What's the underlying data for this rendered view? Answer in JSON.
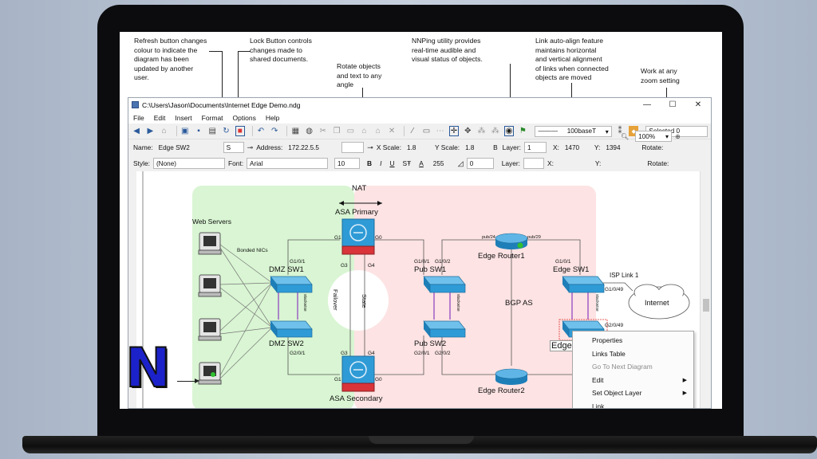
{
  "annotations": {
    "refresh": "Refresh button changes\ncolour to indicate the\ndiagram has been\nupdated by another\nuser.",
    "lock": "Lock Button controls\nchanges made to\nshared documents.",
    "rotate": "Rotate objects\nand text to any\nangle",
    "nnping": "NNPing utility provides\nreal-time audible and\nvisual status of objects.",
    "autoalign": "Link auto-align feature\nmaintains horizontal\nand vertical alignment\nof links when connected\nobjects are moved",
    "zoom": "Work at any\nzoom setting"
  },
  "window": {
    "title": "C:\\Users\\Jason\\Documents\\Internet Edge Demo.ndg",
    "minimize": "—",
    "maximize": "☐",
    "close": "✕"
  },
  "menu": [
    "File",
    "Edit",
    "Insert",
    "Format",
    "Options",
    "Help"
  ],
  "toolbar": {
    "line_style": "100baseT",
    "selected": "Selected 0",
    "zoom": "100%"
  },
  "props": {
    "name_label": "Name:",
    "name_value": "Edge SW2",
    "size_value": "S",
    "address_label": "Address:",
    "address_value": "172.22.5.5",
    "xscale_label": "X Scale:",
    "xscale_value": "1.8",
    "yscale_label": "Y Scale:",
    "yscale_value": "1.8",
    "b_label": "B",
    "layer_label": "Layer:",
    "layer_value": "1",
    "x_label": "X:",
    "x_value": "1470",
    "y_label": "Y:",
    "y_value": "1394",
    "rotate_label": "Rotate:"
  },
  "style_bar": {
    "style_label": "Style:",
    "style_value": "(None)",
    "font_label": "Font:",
    "font_value": "Arial",
    "font_size": "10",
    "bold": "B",
    "italic": "I",
    "underline": "U",
    "strike": "SŦ",
    "font_color_letter": "A",
    "opacity": "255",
    "angle": "0",
    "layer_label": "Layer:",
    "x_label": "X:",
    "y_label": "Y:",
    "rotate_label": "Rotate:"
  },
  "diagram": {
    "web_servers": "Web Servers",
    "bonded_nics": "Bonded NICs",
    "nat": "NAT",
    "asa_primary": "ASA Primary",
    "asa_secondary": "ASA Secondary",
    "dmz_sw1": "DMZ SW1",
    "dmz_sw2": "DMZ SW2",
    "pub_sw1": "Pub SW1",
    "pub_sw2": "Pub SW2",
    "edge_router1": "Edge Router1",
    "edge_router2": "Edge Router2",
    "edge_sw1": "Edge SW1",
    "edge_sw2_partial": "Edge",
    "bgp_as": "BGP AS",
    "isp_link": "ISP Link 1",
    "internet": "Internet",
    "failover": "Failover",
    "state": "State",
    "stackwise": "stackwise",
    "ports": {
      "g1": "G1",
      "g0": "G0",
      "g3": "G3",
      "g4": "G4",
      "g1_0_1": "G1/0/1",
      "g2_0_1": "G2/0/1",
      "g1_0_2": "G1/0/2",
      "g2_0_2": "G2/0/2",
      "pub24": "pub/24",
      "pub29": "pub/29",
      "g1_0_49": "G1/0/49",
      "g2_0_49": "G2/0/49"
    }
  },
  "context_menu": {
    "items": [
      {
        "label": "Properties",
        "disabled": false,
        "submenu": false
      },
      {
        "label": "Links Table",
        "disabled": false,
        "submenu": false
      },
      {
        "label": "Go To Next Diagram",
        "disabled": true,
        "submenu": false
      },
      {
        "label": "Edit",
        "disabled": false,
        "submenu": true
      },
      {
        "label": "Set Object Layer",
        "disabled": false,
        "submenu": true
      },
      {
        "label": "Link",
        "disabled": false,
        "submenu": false
      }
    ],
    "submenu_glyph": "▶"
  },
  "logo_letter": "N",
  "colors": {
    "dmz_zone": "#d9f5d3",
    "public_zone": "#fde3e3",
    "switch_blue": "#2f9bd6",
    "asa_red": "#d9343a",
    "logo_blue": "#1c22c9"
  }
}
